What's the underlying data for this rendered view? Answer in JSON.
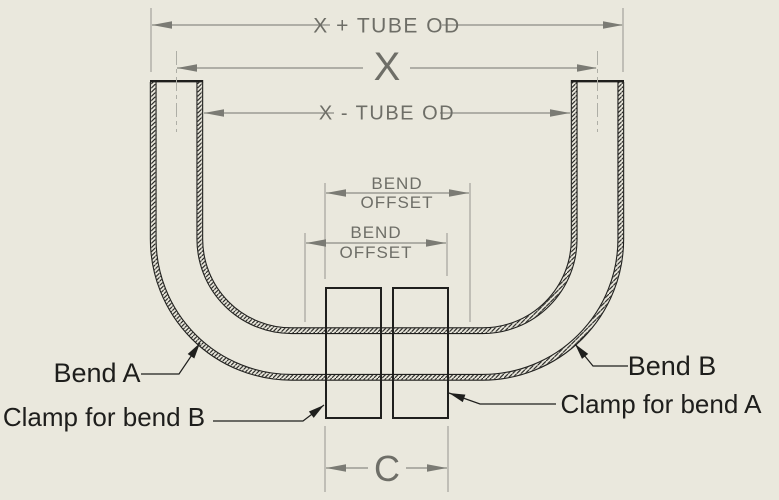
{
  "drawing": {
    "description": "U-bend tube section drawing with bend offset dimensions and clamps",
    "colors": {
      "background": "#eae8dd",
      "geometry": "#1f1f1d",
      "dimension_lines": "#8c8c85",
      "dimension_text": "#6e6e67",
      "callout_text": "#1e1e1c"
    },
    "dimensions": {
      "x_plus_tube_od": {
        "label": "X + TUBE OD"
      },
      "x": {
        "label": "X"
      },
      "x_minus_tube_od": {
        "label": "X - TUBE OD"
      },
      "bend_offset_upper": {
        "line1": "BEND",
        "line2": "OFFSET"
      },
      "bend_offset_lower": {
        "line1": "BEND",
        "line2": "OFFSET"
      },
      "c": {
        "label": "C"
      }
    },
    "callouts": {
      "bend_a": "Bend A",
      "bend_b": "Bend B",
      "clamp_for_bend_b": "Clamp for bend B",
      "clamp_for_bend_a": "Clamp for bend A"
    }
  }
}
